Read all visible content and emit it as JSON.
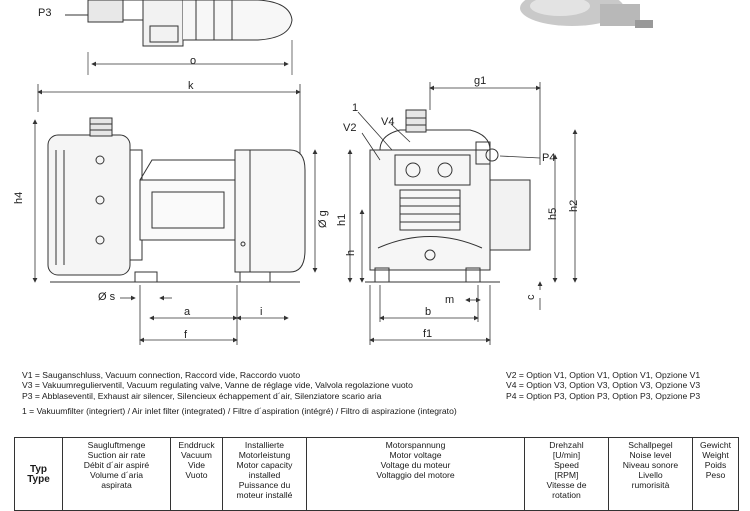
{
  "labels": {
    "P3": "P3",
    "o": "o",
    "k": "k",
    "g1": "g1",
    "one": "1",
    "V2": "V2",
    "V4": "V4",
    "P4": "P4",
    "h4": "h4",
    "h1": "h1",
    "h": "h",
    "h5": "h5",
    "h2": "h2",
    "og": "Ø g",
    "os": "Ø s",
    "a": "a",
    "i": "i",
    "f": "f",
    "b": "b",
    "m": "m",
    "c": "c",
    "f1": "f1"
  },
  "legend": {
    "v1": "V1 = Sauganschluss, Vacuum connection, Raccord vide, Raccordo vuoto",
    "v3": "V3 = Vakuumregulierventil, Vacuum regulating valve, Vanne de réglage vide, Valvola regolazione vuoto",
    "p3": "P3 = Abblaseventil, Exhaust air silencer, Silencieux échappement d´air, Silenziatore scario aria",
    "v2": "V2 = Option V1, Option V1, Option V1, Opzione V1",
    "v4": "V4 = Option V3, Option V3, Option V3, Opzione V3",
    "p4": "P4 = Option P3, Option P3, Option P3, Opzione P3",
    "filter": "1 = Vakuumfilter (integriert) / Air inlet filter (integrated) / Filtre d´aspiration (intégré) / Filtro di aspirazione (integrato)"
  },
  "table": {
    "typ": [
      "Typ",
      "Type"
    ],
    "cols": [
      [
        "Saugluftmenge",
        "Suction air rate",
        "Débit d´air aspiré",
        "Volume d´aria",
        "aspirata"
      ],
      [
        "Enddruck",
        "Vacuum",
        "Vide",
        "Vuoto"
      ],
      [
        "Installierte",
        "Motorleistung",
        "Motor capacity",
        "installed",
        "Puissance du",
        "moteur installé"
      ],
      [
        "Motorspannung",
        "Motor voltage",
        "Voltage du moteur",
        "Voltaggio del motore"
      ],
      [
        "Drehzahl",
        "[U/min]",
        "Speed",
        "[RPM]",
        "Vitesse de",
        "rotation"
      ],
      [
        "Schallpegel",
        "Noise level",
        "Niveau sonore",
        "Livello",
        "rumorisità"
      ],
      [
        "Gewicht",
        "Weight",
        "Poids",
        "Peso"
      ]
    ]
  }
}
